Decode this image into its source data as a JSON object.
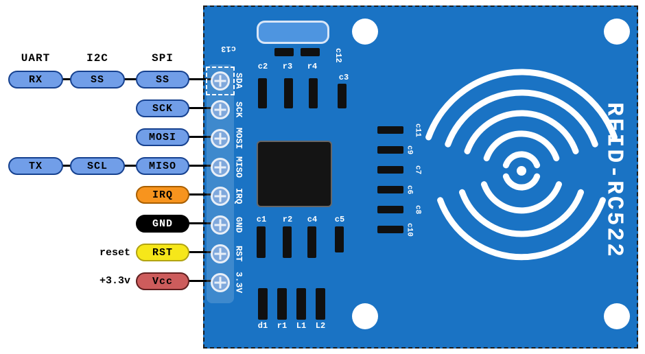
{
  "colors": {
    "board_blue": "#1a73c4",
    "pill_blue": "#719ee8",
    "pill_blue_border": "#16418f",
    "pill_orange": "#f7941e",
    "pill_orange_border": "#a85e00",
    "pill_yellow": "#f6e71a",
    "pill_yellow_border": "#b1a312",
    "pill_red": "#cd5c5c",
    "pill_red_border": "#5f1f1f",
    "pill_black": "#000000",
    "crystal_fill": "#4e95e0",
    "crystal_border": "#d9e6f7",
    "chip_black": "#141414",
    "silkscreen": "#ffffff"
  },
  "legend": {
    "header_uart": "UART",
    "header_i2c": "I2C",
    "header_spi": "SPI",
    "pills": {
      "rx": "RX",
      "ss_i2c": "SS",
      "ss_spi": "SS",
      "sck": "SCK",
      "mosi": "MOSI",
      "tx": "TX",
      "scl": "SCL",
      "miso": "MISO",
      "irq": "IRQ",
      "gnd": "GND",
      "rst": "RST",
      "vcc": "Vcc"
    },
    "note_reset": "reset",
    "note_power": "+3.3v"
  },
  "board": {
    "title": "RFID-RC522",
    "pin_labels": [
      "SDA",
      "SCK",
      "MOSI",
      "MISO",
      "IRQ",
      "GND",
      "RST",
      "3.3V"
    ],
    "components": {
      "c13": "c13",
      "c12": "c12",
      "c2": "c2",
      "r3": "r3",
      "r4": "r4",
      "c3": "c3",
      "c1": "c1",
      "r2": "r2",
      "c4": "c4",
      "c5": "c5",
      "d1": "d1",
      "r1": "r1",
      "l1": "L1",
      "l2": "L2",
      "right_labels": [
        "c11",
        "c9",
        "c7",
        "c6",
        "c8",
        "c10"
      ]
    }
  }
}
